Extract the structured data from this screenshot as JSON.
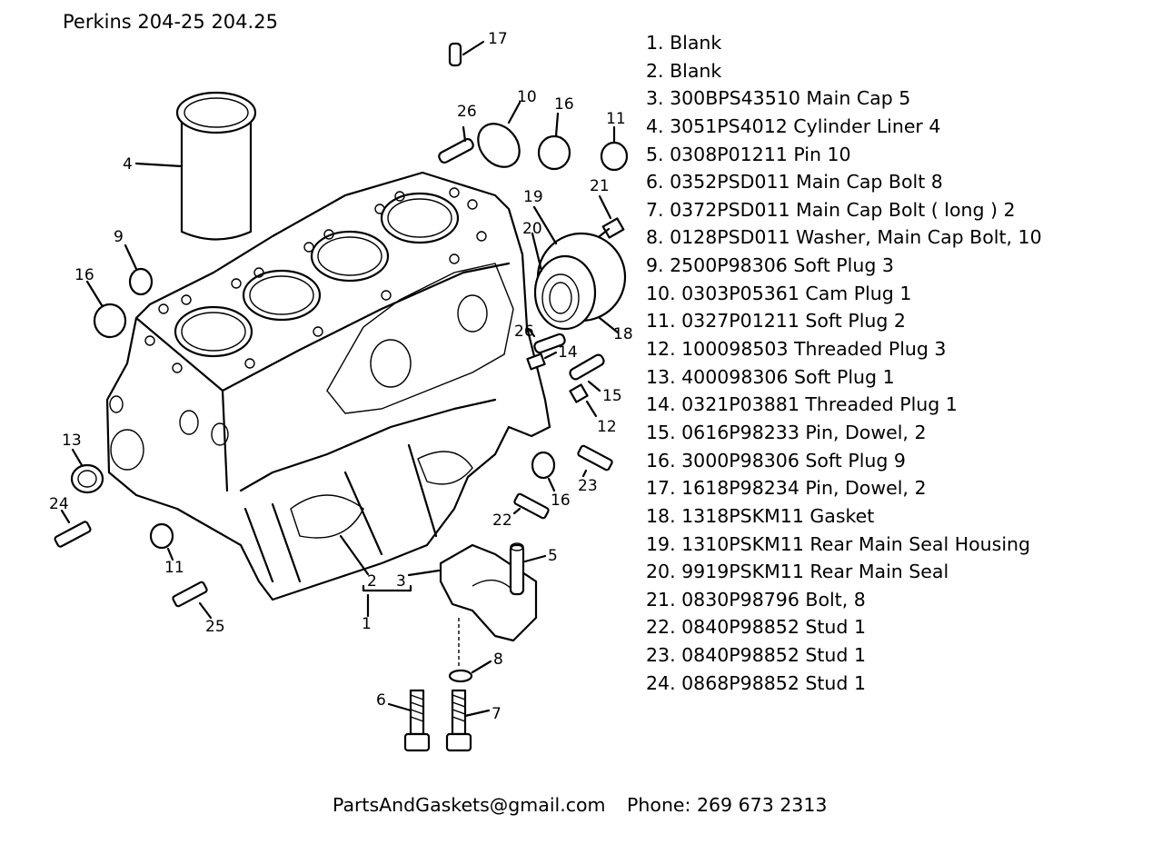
{
  "title": "Perkins 204-25  204.25",
  "parts": [
    "1. Blank",
    "2. Blank",
    "3. 300BPS43510 Main Cap 5",
    "4. 3051PS4012 Cylinder Liner 4",
    "5. 0308P01211 Pin 10",
    "6. 0352PSD011 Main Cap Bolt 8",
    "7. 0372PSD011 Main Cap Bolt ( long ) 2",
    "8. 0128PSD011 Washer, Main Cap Bolt, 10",
    "9. 2500P98306 Soft Plug 3",
    "10. 0303P05361 Cam Plug 1",
    "11. 0327P01211 Soft Plug 2",
    "12. 100098503 Threaded Plug 3",
    "13. 400098306 Soft Plug 1",
    "14. 0321P03881 Threaded Plug 1",
    "15. 0616P98233 Pin, Dowel, 2",
    "16. 3000P98306 Soft Plug 9",
    "17. 1618P98234 Pin, Dowel, 2",
    "18. 1318PSKM11 Gasket",
    "19. 1310PSKM11 Rear Main Seal Housing",
    "20. 9919PSKM11 Rear Main Seal",
    "21. 0830P98796 Bolt, 8",
    "22. 0840P98852 Stud 1",
    "23. 0840P98852 Stud 1",
    "24. 0868P98852 Stud 1"
  ],
  "callouts": {
    "c1": "1",
    "c2": "2",
    "c3": "3",
    "c4": "4",
    "c5": "5",
    "c6": "6",
    "c7": "7",
    "c8": "8",
    "c9": "9",
    "c10": "10",
    "c11a": "11",
    "c11b": "11",
    "c12": "12",
    "c13": "13",
    "c14": "14",
    "c15": "15",
    "c16a": "16",
    "c16b": "16",
    "c16c": "16",
    "c17": "17",
    "c18": "18",
    "c19": "19",
    "c20": "20",
    "c21": "21",
    "c22": "22",
    "c23": "23",
    "c24": "24",
    "c25": "25",
    "c26a": "26",
    "c26b": "26"
  },
  "footer": {
    "email": "PartsAndGaskets@gmail.com",
    "phone": "Phone: 269 673 2313"
  }
}
